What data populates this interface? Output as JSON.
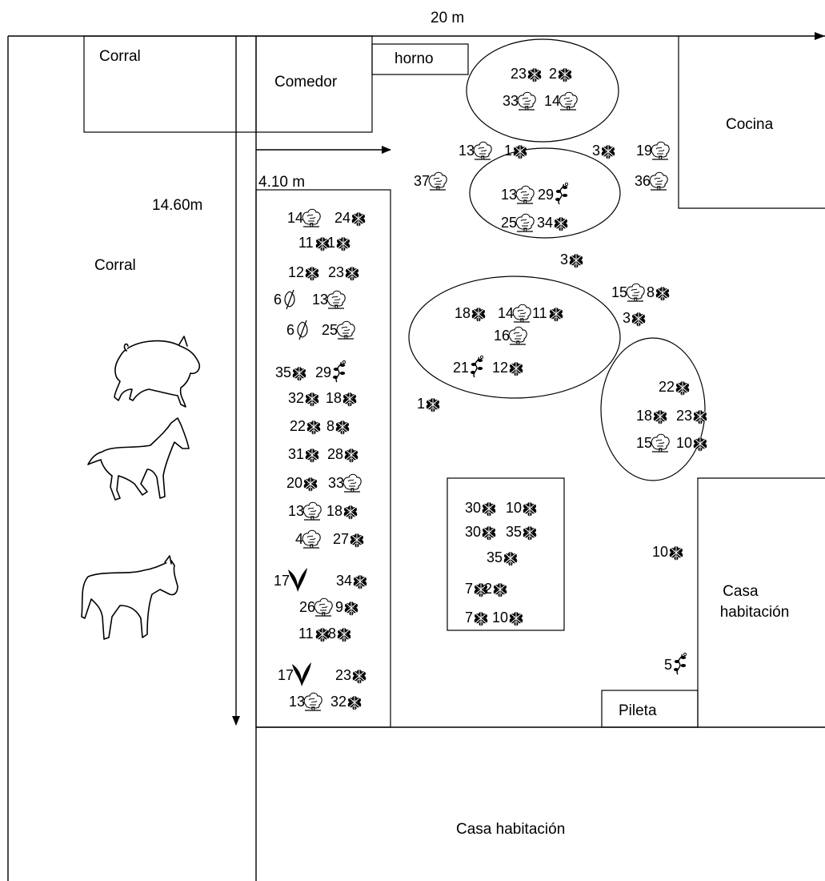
{
  "dimensions": {
    "width_label": "20 m",
    "depth_label": "14.60m",
    "inner_label": "4.10 m"
  },
  "areas": {
    "corral_top": "Corral",
    "corral_side": "Corral",
    "comedor": "Comedor",
    "horno": "horno",
    "cocina": "Cocina",
    "casa_right": "Casa habitación",
    "pileta": "Pileta",
    "casa_bottom": "Casa habitación"
  },
  "animals": [
    "pig-icon",
    "horse-icon",
    "donkey-icon"
  ],
  "icon_types": {
    "shrub": "shrub-icon",
    "tree": "tree-icon",
    "vine": "vine-icon",
    "onion": "onion-icon",
    "leaf": "leaf-icon"
  },
  "plants": [
    {
      "n": "23",
      "icon": "shrub"
    },
    {
      "n": "2",
      "icon": "shrub"
    },
    {
      "n": "33",
      "icon": "tree"
    },
    {
      "n": "14",
      "icon": "tree"
    },
    {
      "n": "13",
      "icon": "tree"
    },
    {
      "n": "1",
      "icon": "shrub"
    },
    {
      "n": "3",
      "icon": "shrub"
    },
    {
      "n": "19",
      "icon": "tree"
    },
    {
      "n": "36",
      "icon": "tree"
    },
    {
      "n": "37",
      "icon": "tree"
    },
    {
      "n": "13",
      "icon": "tree"
    },
    {
      "n": "29",
      "icon": "vine"
    },
    {
      "n": "25",
      "icon": "tree"
    },
    {
      "n": "34",
      "icon": "shrub"
    },
    {
      "n": "3",
      "icon": "shrub"
    },
    {
      "n": "15",
      "icon": "tree"
    },
    {
      "n": "8",
      "icon": "shrub"
    },
    {
      "n": "3",
      "icon": "shrub"
    },
    {
      "n": "18",
      "icon": "shrub"
    },
    {
      "n": "14",
      "icon": "tree"
    },
    {
      "n": "11",
      "icon": "shrub"
    },
    {
      "n": "16",
      "icon": "tree"
    },
    {
      "n": "21",
      "icon": "vine"
    },
    {
      "n": "12",
      "icon": "shrub"
    },
    {
      "n": "1",
      "icon": "shrub"
    },
    {
      "n": "22",
      "icon": "shrub"
    },
    {
      "n": "18",
      "icon": "shrub"
    },
    {
      "n": "23",
      "icon": "shrub"
    },
    {
      "n": "15",
      "icon": "tree"
    },
    {
      "n": "10",
      "icon": "shrub"
    },
    {
      "n": "14",
      "icon": "tree"
    },
    {
      "n": "24",
      "icon": "shrub"
    },
    {
      "n": "11",
      "icon": "shrub"
    },
    {
      "n": "1",
      "icon": "shrub"
    },
    {
      "n": "12",
      "icon": "shrub"
    },
    {
      "n": "23",
      "icon": "shrub"
    },
    {
      "n": "6",
      "icon": "onion"
    },
    {
      "n": "13",
      "icon": "tree"
    },
    {
      "n": "6",
      "icon": "onion"
    },
    {
      "n": "25",
      "icon": "tree"
    },
    {
      "n": "35",
      "icon": "shrub"
    },
    {
      "n": "29",
      "icon": "vine"
    },
    {
      "n": "32",
      "icon": "shrub"
    },
    {
      "n": "18",
      "icon": "shrub"
    },
    {
      "n": "22",
      "icon": "shrub"
    },
    {
      "n": "8",
      "icon": "shrub"
    },
    {
      "n": "31",
      "icon": "shrub"
    },
    {
      "n": "28",
      "icon": "shrub"
    },
    {
      "n": "20",
      "icon": "shrub"
    },
    {
      "n": "33",
      "icon": "tree"
    },
    {
      "n": "13",
      "icon": "tree"
    },
    {
      "n": "18",
      "icon": "shrub"
    },
    {
      "n": "4",
      "icon": "tree"
    },
    {
      "n": "27",
      "icon": "shrub"
    },
    {
      "n": "17",
      "icon": "leaf"
    },
    {
      "n": "34",
      "icon": "shrub"
    },
    {
      "n": "26",
      "icon": "tree"
    },
    {
      "n": "9",
      "icon": "shrub"
    },
    {
      "n": "11",
      "icon": "shrub"
    },
    {
      "n": "8",
      "icon": "shrub"
    },
    {
      "n": "17",
      "icon": "leaf"
    },
    {
      "n": "23",
      "icon": "shrub"
    },
    {
      "n": "13",
      "icon": "tree"
    },
    {
      "n": "32",
      "icon": "shrub"
    },
    {
      "n": "30",
      "icon": "shrub"
    },
    {
      "n": "10",
      "icon": "shrub"
    },
    {
      "n": "30",
      "icon": "shrub"
    },
    {
      "n": "35",
      "icon": "shrub"
    },
    {
      "n": "35",
      "icon": "shrub"
    },
    {
      "n": "7",
      "icon": "shrub"
    },
    {
      "n": "2",
      "icon": "shrub"
    },
    {
      "n": "7",
      "icon": "shrub"
    },
    {
      "n": "10",
      "icon": "shrub"
    },
    {
      "n": "10",
      "icon": "shrub"
    },
    {
      "n": "5",
      "icon": "vine"
    }
  ]
}
